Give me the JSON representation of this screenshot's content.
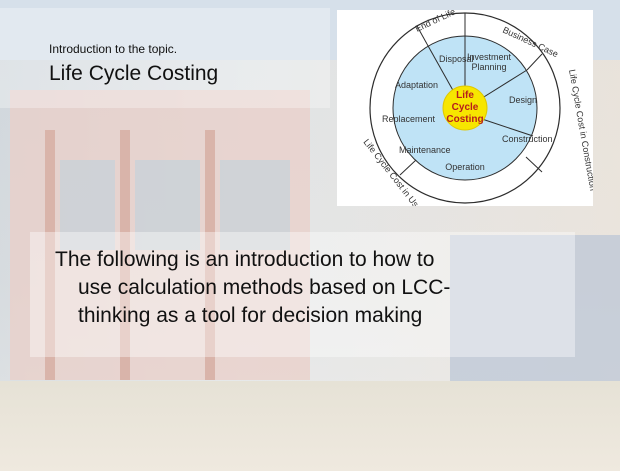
{
  "header": {
    "subtitle": "Introduction to the topic.",
    "title": "Life Cycle Costing"
  },
  "body": {
    "line1": "The following is an introduction to how to",
    "line2": "use calculation methods based on LCC-",
    "line3": "thinking  as a tool for decision making"
  },
  "diagram": {
    "center": [
      "Life",
      "Cycle",
      "Costing"
    ],
    "inner_segments": [
      "Disposal",
      "Investment",
      "Planning",
      "Design",
      "Construction",
      "Operation",
      "Maintenance",
      "Replacement",
      "Adaptation"
    ],
    "outer_segments": [
      "End of Life",
      "Business Case",
      "Life Cycle Cost in Construction",
      "Life Cycle Cost in Use"
    ],
    "colors": {
      "inner_fill": "#bfe3f6",
      "outer_fill": "#ffffff",
      "center_fill": "#f7e600",
      "stroke": "#2d2d2d"
    }
  }
}
